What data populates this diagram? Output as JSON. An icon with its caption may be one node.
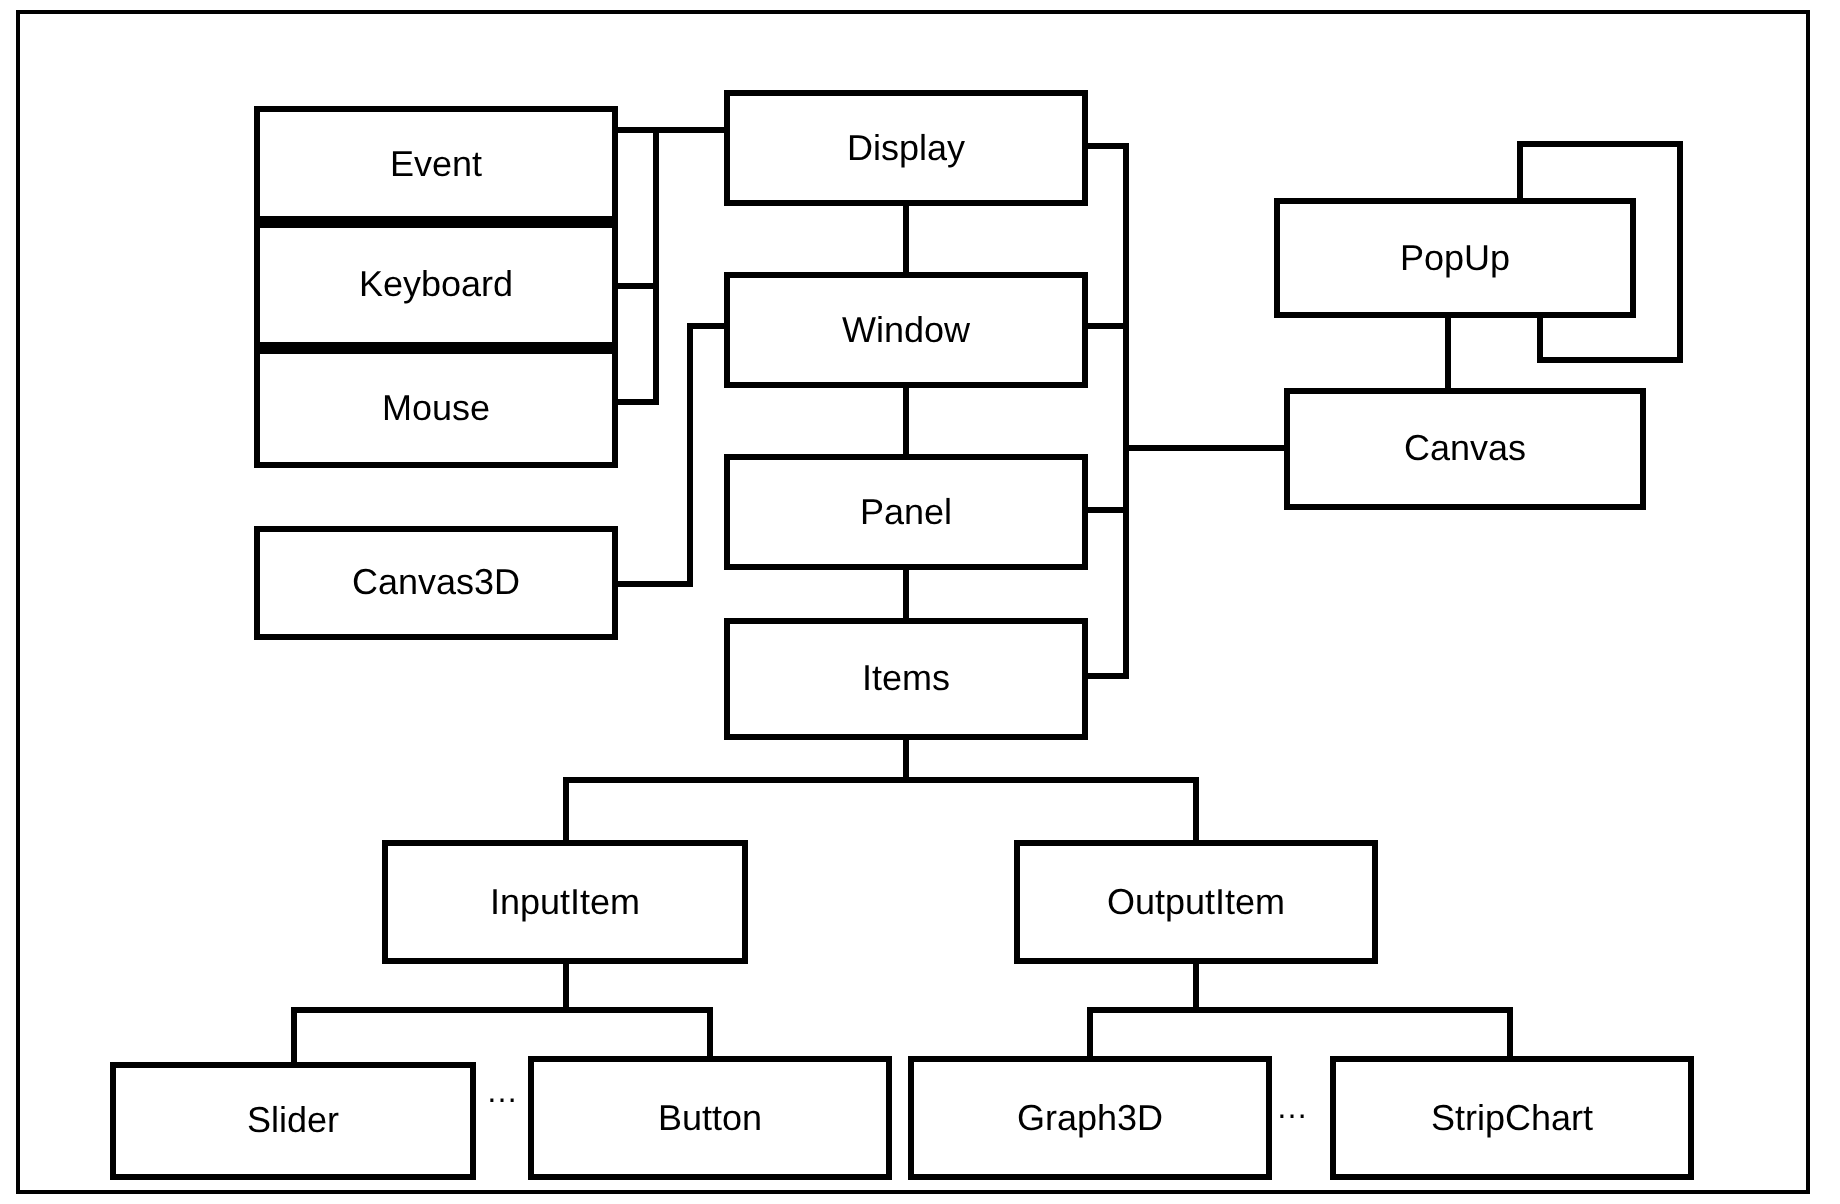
{
  "diagram": {
    "nodes": [
      {
        "text": [
          "Display"
        ]
      },
      {
        "text": [
          "Window"
        ]
      },
      {
        "text": [
          "Panel"
        ]
      },
      {
        "text": [
          "Items"
        ]
      },
      {
        "text": [
          "Event"
        ]
      },
      {
        "text": [
          "Keyboard"
        ]
      },
      {
        "text": [
          "Mouse"
        ]
      },
      {
        "text": [
          "Canvas3D"
        ]
      },
      {
        "text": [
          "PopUp"
        ]
      },
      {
        "text": [
          "Canvas"
        ]
      },
      {
        "text": [
          "InputItem"
        ]
      },
      {
        "text": [
          "OutputItem"
        ]
      },
      {
        "text": [
          "Slider"
        ]
      },
      {
        "text": [
          "Button"
        ]
      },
      {
        "text": [
          "Graph3D"
        ]
      },
      {
        "text": [
          "StripChart"
        ]
      }
    ],
    "edges": [
      {
        "from": 0,
        "to": 1,
        "arrow": "none"
      },
      {
        "from": 1,
        "to": 2,
        "arrow": "none"
      },
      {
        "from": 2,
        "to": 3,
        "arrow": "none"
      },
      {
        "from": 4,
        "to": 0,
        "arrow": "none"
      },
      {
        "from": 5,
        "to": 0,
        "arrow": "none"
      },
      {
        "from": 6,
        "to": 0,
        "arrow": "none"
      },
      {
        "from": 7,
        "to": 1,
        "arrow": "none"
      },
      {
        "from": 0,
        "to": 9,
        "arrow": "none"
      },
      {
        "from": 1,
        "to": 9,
        "arrow": "none"
      },
      {
        "from": 2,
        "to": 9,
        "arrow": "none"
      },
      {
        "from": 3,
        "to": 9,
        "arrow": "none"
      },
      {
        "from": 8,
        "to": 9,
        "arrow": "none"
      },
      {
        "from": 8,
        "to": 8,
        "arrow": "none"
      },
      {
        "from": 3,
        "to": 10,
        "arrow": "none"
      },
      {
        "from": 3,
        "to": 11,
        "arrow": "none"
      },
      {
        "from": 10,
        "to": 12,
        "arrow": "none"
      },
      {
        "from": 10,
        "to": 13,
        "arrow": "none"
      },
      {
        "from": 11,
        "to": 14,
        "arrow": "none"
      },
      {
        "from": 11,
        "to": 15,
        "arrow": "none"
      }
    ],
    "labels": [
      "…",
      "…"
    ]
  }
}
